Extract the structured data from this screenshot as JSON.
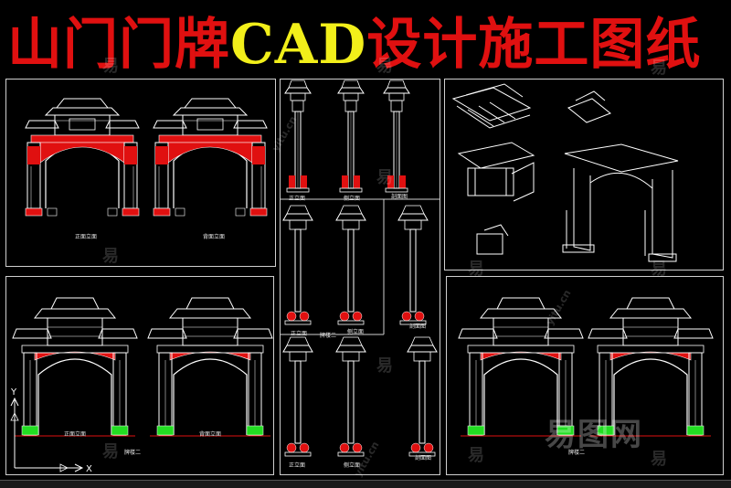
{
  "title": {
    "part1": "山门门牌",
    "part2": "CAD",
    "part3": "设计施工图纸"
  },
  "labels": {
    "front_elev_1": "正面立面",
    "back_elev_1": "背面立面",
    "front_elev_2": "正面立面",
    "back_elev_2": "背面立面",
    "pailou_2_left": "牌楼二",
    "pailou_2_right": "牌楼二",
    "detail_a": "正立面",
    "detail_b": "侧立面",
    "detail_c": "剖面图",
    "detail_d": "正立面",
    "detail_e": "侧立面",
    "detail_f": "剖面图",
    "detail_g": "正立面",
    "detail_h": "侧立面",
    "detail_i": "剖面图",
    "pailou_mid": "牌楼二"
  },
  "watermark": {
    "char": "易",
    "site": "yitu.cn",
    "logo": "易图网"
  },
  "colors": {
    "title_red": "#e01010",
    "title_yellow": "#f2ef1a",
    "cad_red": "#e01010",
    "cad_white": "#ffffff",
    "cad_green": "#22dd22"
  }
}
